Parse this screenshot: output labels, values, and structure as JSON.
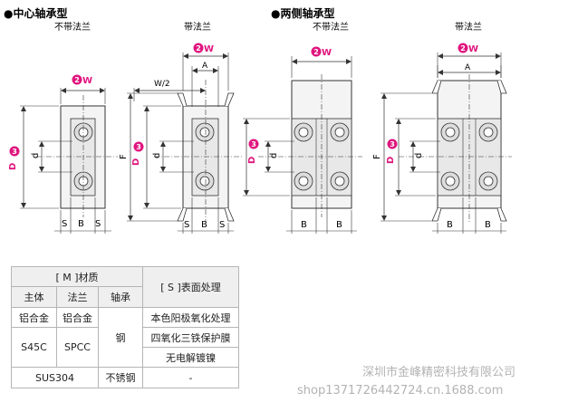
{
  "titles": {
    "center": "●中心轴承型",
    "both": "●两侧轴承型",
    "no_flange": "不带法兰",
    "with_flange": "带法兰"
  },
  "dims": {
    "w": "W",
    "w_num": "2",
    "d_cap": "D",
    "d_num": "3",
    "d_small": "d",
    "f": "F",
    "a": "A",
    "s": "S",
    "b": "B",
    "w_half": "W/2"
  },
  "colors": {
    "magenta": "#e0157e",
    "line": "#333333",
    "body_fill": "#f4f4f4",
    "bearing_fill": "#dddddd"
  },
  "table": {
    "material_header": "[ M ]材质",
    "surface_header": "[ S ]表面处理",
    "sub_headers": [
      "主体",
      "法兰",
      "轴承"
    ],
    "rows": [
      {
        "body": "铝合金",
        "flange": "铝合金",
        "surface": "本色阳极氧化处理"
      },
      {
        "body": "S45C",
        "flange": "SPCC",
        "surface": "四氧化三铁保护膜"
      },
      {
        "surface": "无电解镀镍"
      }
    ],
    "steel": "钢",
    "last_row": {
      "body_flange": "SUS304",
      "bearing": "不锈钢",
      "surface": "-"
    }
  },
  "watermark": {
    "line1": "深圳市金峰精密科技有限公司",
    "line2": "shop1371726442724.cn.1688.com"
  }
}
